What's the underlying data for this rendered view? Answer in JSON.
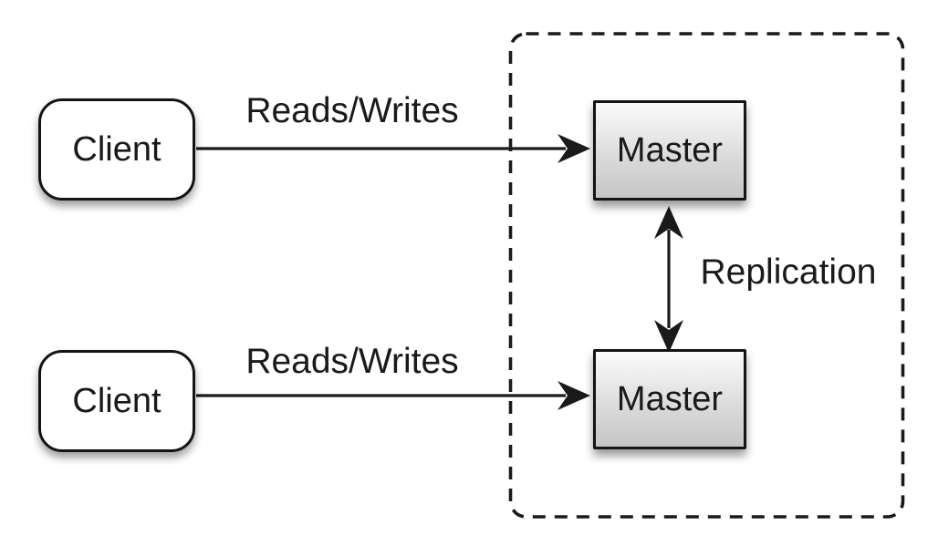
{
  "nodes": {
    "client_top": {
      "label": "Client"
    },
    "client_bottom": {
      "label": "Client"
    },
    "master_top": {
      "label": "Master"
    },
    "master_bottom": {
      "label": "Master"
    }
  },
  "edges": {
    "reads_writes_top": {
      "label": "Reads/Writes",
      "from": "client_top",
      "to": "master_top",
      "direction": "right"
    },
    "reads_writes_bottom": {
      "label": "Reads/Writes",
      "from": "client_bottom",
      "to": "master_bottom",
      "direction": "right"
    },
    "replication": {
      "label": "Replication",
      "from": "master_top",
      "to": "master_bottom",
      "direction": "both"
    }
  },
  "groups": {
    "replication_group": {
      "style": "dashed-rounded-rectangle",
      "contains": [
        "master_top",
        "master_bottom"
      ]
    }
  },
  "colors": {
    "background": "#ffffff",
    "line": "#1a1a1a",
    "node_border": "#141414",
    "client_fill": "#ffffff",
    "master_fill_top": "#fafafa",
    "master_fill_bottom": "#c6c6c6"
  }
}
